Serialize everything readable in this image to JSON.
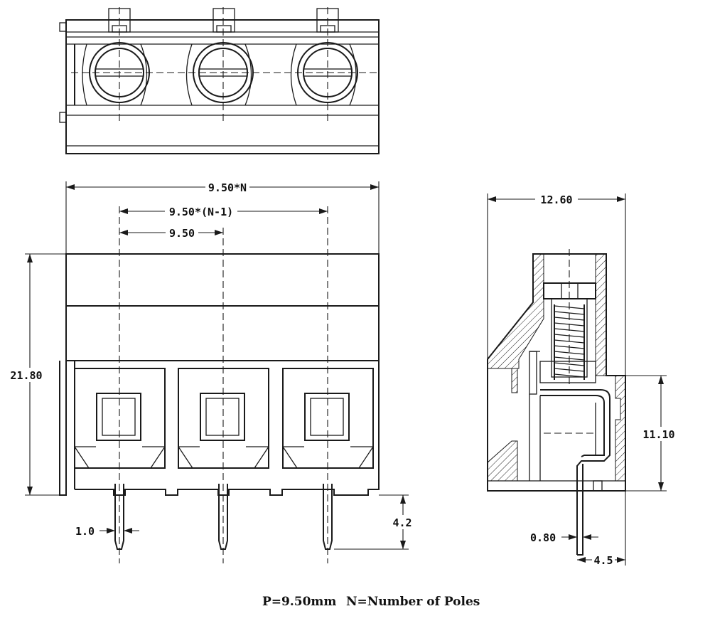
{
  "dimensions": {
    "overall_width": "9.50*N",
    "inner_width": "9.50*(N-1)",
    "pitch": "9.50",
    "height": "21.80",
    "pin_width": "1.0",
    "pin_length": "4.2",
    "side_depth": "12.60",
    "side_height": "11.10",
    "side_pin_width": "0.80",
    "side_pin_offset": "4.5"
  },
  "footer": {
    "pitch_note": "P=9.50mm",
    "poles_note": "N=Number of Poles"
  }
}
